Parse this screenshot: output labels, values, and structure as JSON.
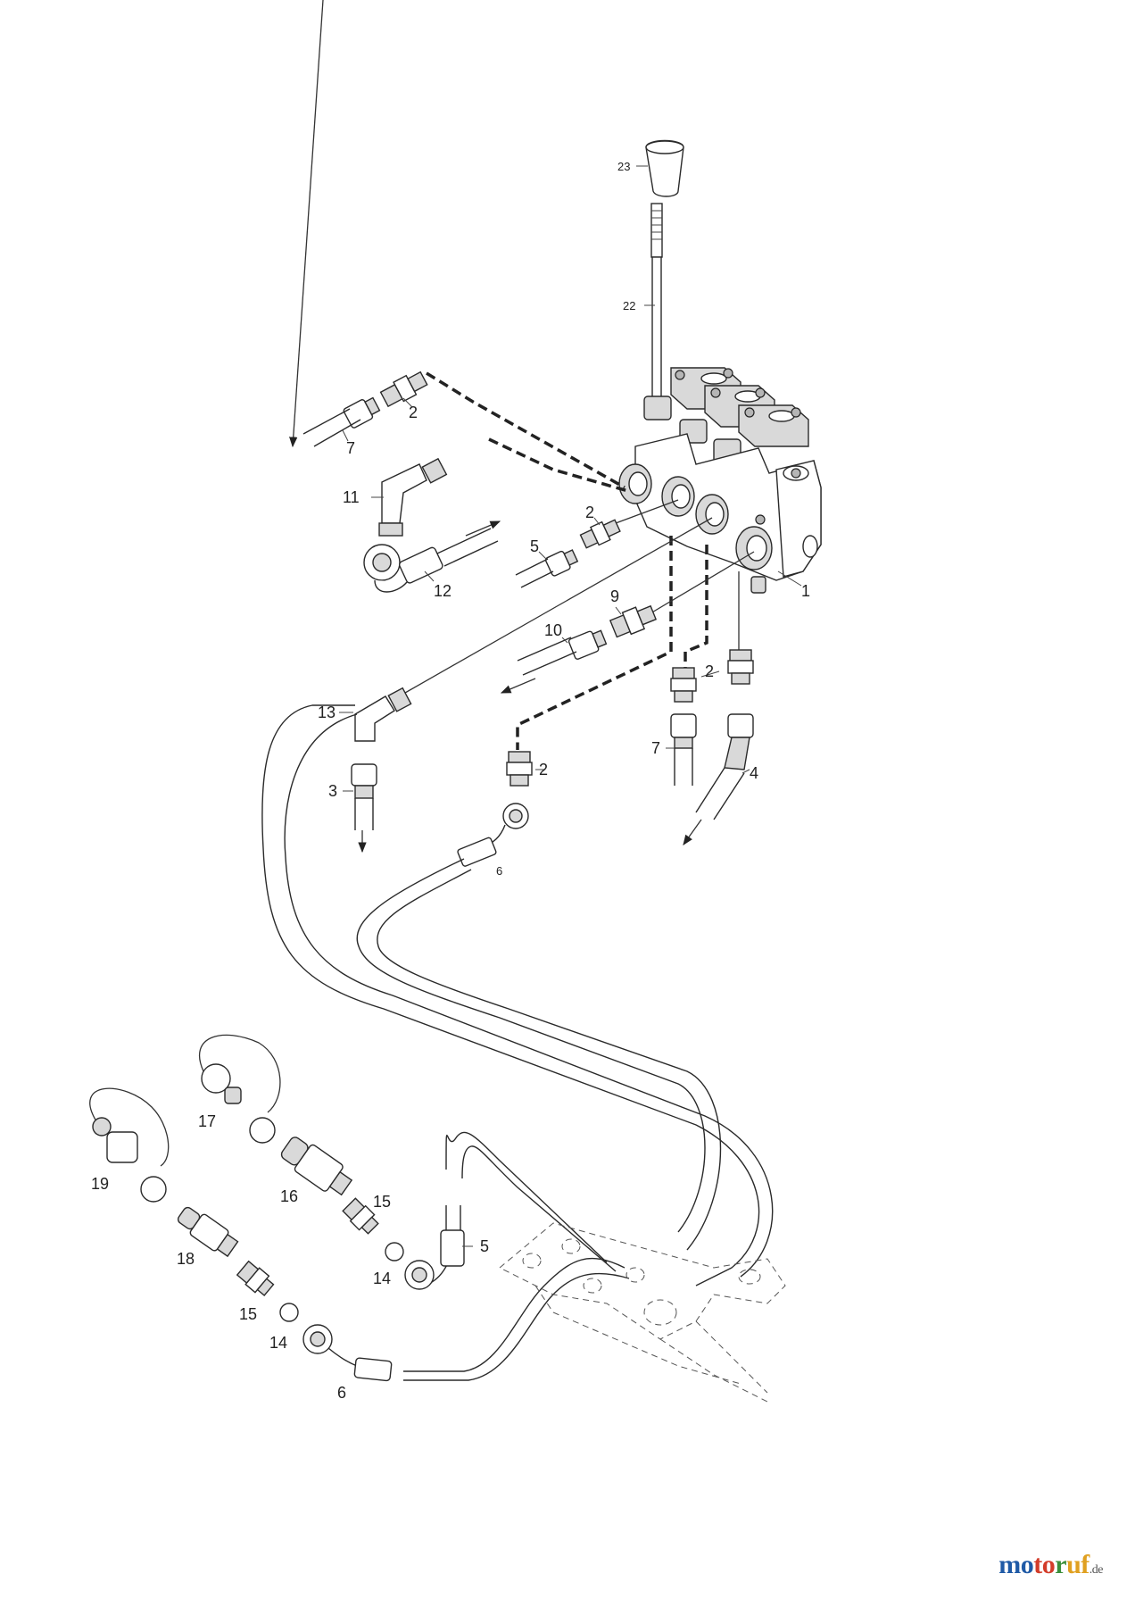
{
  "diagram": {
    "callouts": {
      "c1": "1",
      "c2a": "2",
      "c2b": "2",
      "c2c": "2",
      "c2d": "2",
      "c3": "3",
      "c4": "4",
      "c5a": "5",
      "c5b": "5",
      "c6a": "6",
      "c6b": "6",
      "c7a": "7",
      "c7b": "7",
      "c9": "9",
      "c10": "10",
      "c11": "11",
      "c12": "12",
      "c13": "13",
      "c14a": "14",
      "c14b": "14",
      "c15a": "15",
      "c15b": "15",
      "c16": "16",
      "c17": "17",
      "c18": "18",
      "c19": "19",
      "c22": "22",
      "c23": "23"
    },
    "icons": {
      "valve_block": "control-valve-block-icon",
      "lever": "lever-rod-icon",
      "knob": "lever-knob-icon",
      "fitting": "hose-fitting-icon",
      "coupler": "quick-coupler-icon",
      "cap": "dust-cap-icon",
      "seal": "seal-ring-icon",
      "frame": "tractor-frame-icon",
      "arrow": "flow-arrow-icon"
    }
  },
  "watermark": {
    "brand": "motoruf",
    "tld": ".de",
    "colors": [
      "#1f5aa6",
      "#d33c2a",
      "#3a8f3a",
      "#e0a020"
    ]
  }
}
